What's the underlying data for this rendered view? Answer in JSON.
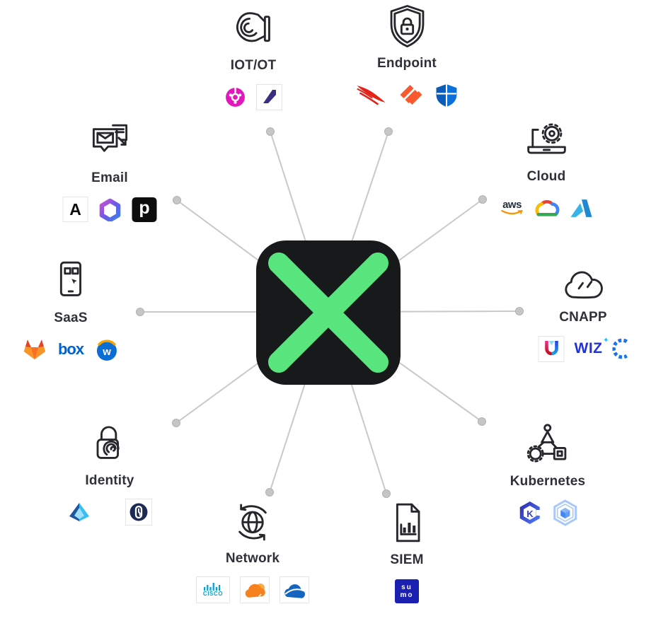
{
  "diagram": {
    "type": "hub-and-spoke integration diagram",
    "hub": {
      "symbol": "X",
      "x_color": "#58E57D",
      "bg_color": "#17191B"
    },
    "line_color": "#C9C9C9",
    "dot_color": "#C6C6C6",
    "label_color": "#2E3138"
  },
  "categories": [
    {
      "id": "iot-ot",
      "label": "IOT/OT",
      "vendors": [
        "Claroty",
        "Armis"
      ]
    },
    {
      "id": "endpoint",
      "label": "Endpoint",
      "vendors": [
        "CrowdStrike",
        "Palo Alto Networks",
        "Microsoft Defender"
      ]
    },
    {
      "id": "cloud",
      "label": "Cloud",
      "vendors": [
        "AWS",
        "Google Cloud",
        "Microsoft Azure"
      ],
      "logo_text": {
        "aws": "aws"
      }
    },
    {
      "id": "cnapp",
      "label": "CNAPP",
      "vendors": [
        "Upwind",
        "Wiz",
        "Chainguard"
      ],
      "logo_text": {
        "wiz": "WIZ",
        "wiz_star": "✦"
      }
    },
    {
      "id": "kubernetes",
      "label": "Kubernetes",
      "vendors": [
        "Amazon EKS",
        "Google Kubernetes Engine"
      ],
      "logo_text": {
        "eks_k": "K"
      }
    },
    {
      "id": "siem",
      "label": "SIEM",
      "vendors": [
        "Sumo Logic"
      ],
      "logo_text": {
        "sumo_top": "su",
        "sumo_bottom": "mo"
      }
    },
    {
      "id": "network",
      "label": "Network",
      "vendors": [
        "Cisco",
        "Cloudflare",
        "Zscaler"
      ],
      "logo_text": {
        "cisco": "CISCO"
      }
    },
    {
      "id": "identity",
      "label": "Identity",
      "vendors": [
        "Microsoft Entra ID",
        "1Password"
      ]
    },
    {
      "id": "saas",
      "label": "SaaS",
      "vendors": [
        "GitLab",
        "Box",
        "Workday"
      ],
      "logo_text": {
        "box": "box",
        "workday": "w"
      }
    },
    {
      "id": "email",
      "label": "Email",
      "vendors": [
        "Abnormal Security",
        "Microsoft 365",
        "Proofpoint"
      ],
      "logo_text": {
        "abnormal": "A",
        "proofpoint": "p"
      }
    }
  ]
}
